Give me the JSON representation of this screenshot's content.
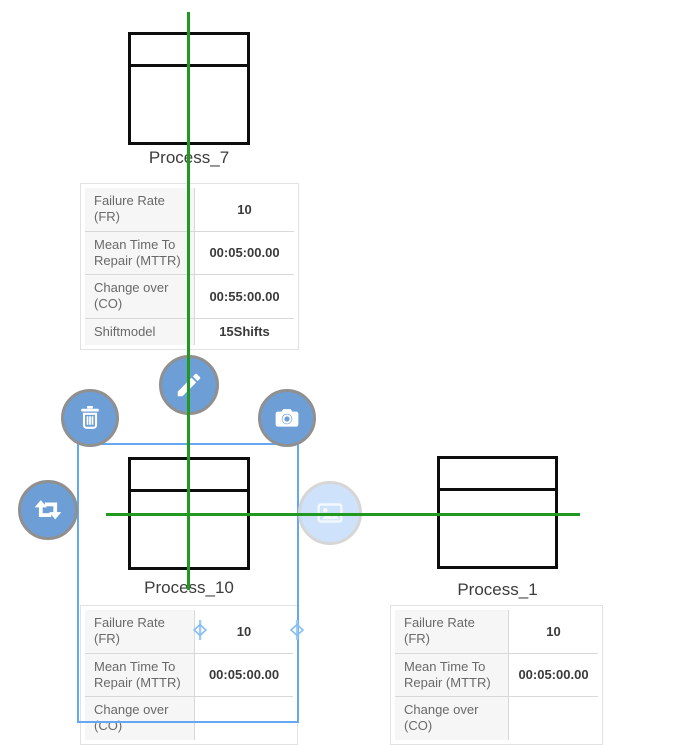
{
  "canvas": {
    "type": "process-simulation-editor"
  },
  "colors": {
    "guide_green": "#1f9a1f",
    "node_stroke": "#0d0d0d",
    "selection_blue": "#63a8f0",
    "handle_blue": "#85bdf2",
    "button_blue": "#6e9ed6",
    "button_border_gray": "#909090",
    "disabled_button_blue": "#cfe2fb",
    "table_label_bg": "#f6f6f6",
    "table_border": "#d8d8d8"
  },
  "context_buttons": [
    {
      "name": "swap",
      "icon": "swap-icon"
    },
    {
      "name": "delete",
      "icon": "trash-icon"
    },
    {
      "name": "edit",
      "icon": "pencil-icon"
    },
    {
      "name": "snapshot",
      "icon": "camera-icon"
    },
    {
      "name": "image",
      "icon": "image-icon",
      "disabled": true
    }
  ],
  "nodes": {
    "process7": {
      "label": "Process_7",
      "table": {
        "rows": [
          {
            "label": "Failure Rate (FR)",
            "value": "10"
          },
          {
            "label": "Mean Time To Repair (MTTR)",
            "value": "00:05:00.00"
          },
          {
            "label": "Change over (CO)",
            "value": "00:55:00.00"
          },
          {
            "label": "Shiftmodel",
            "value": "15Shifts"
          }
        ]
      }
    },
    "process10": {
      "label": "Process_10",
      "selected": true,
      "table": {
        "rows": [
          {
            "label": "Failure Rate (FR)",
            "value": "10"
          },
          {
            "label": "Mean Time To Repair (MTTR)",
            "value": "00:05:00.00"
          },
          {
            "label": "Change over (CO)",
            "value": ""
          }
        ]
      }
    },
    "process1": {
      "label": "Process_1",
      "table": {
        "rows": [
          {
            "label": "Failure Rate (FR)",
            "value": "10"
          },
          {
            "label": "Mean Time To Repair (MTTR)",
            "value": "00:05:00.00"
          },
          {
            "label": "Change over (CO)",
            "value": ""
          }
        ]
      }
    }
  }
}
